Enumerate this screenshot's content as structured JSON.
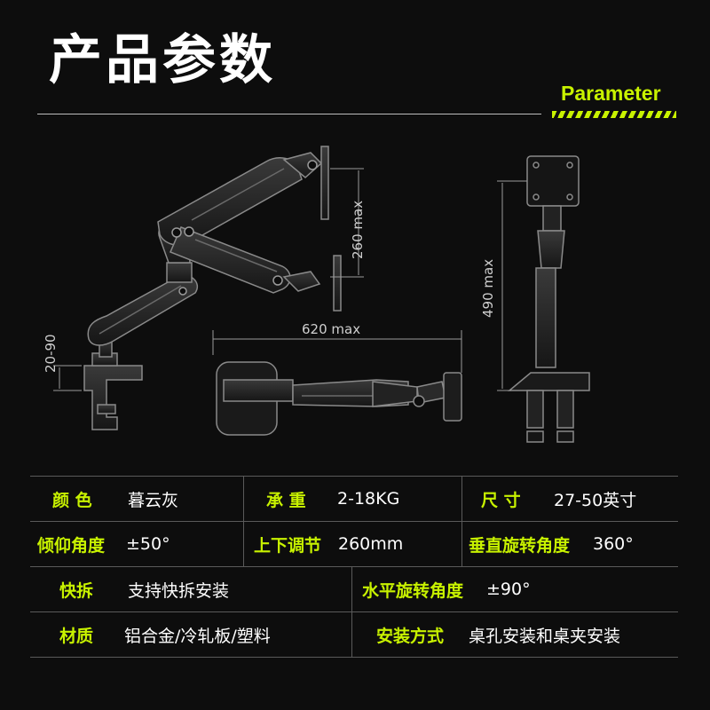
{
  "header": {
    "title": "产品参数",
    "subtitle": "Parameter"
  },
  "dimensions": {
    "height_range": "260 max",
    "reach": "620 max",
    "clamp_thickness": "20-90",
    "pole_height": "490 max"
  },
  "specs": {
    "row1": [
      {
        "label": "颜 色",
        "value": "暮云灰"
      },
      {
        "label": "承 重",
        "value": "2-18KG"
      },
      {
        "label": "尺 寸",
        "value": "27-50英寸"
      }
    ],
    "row2": [
      {
        "label": "倾仰角度",
        "value": "±50°"
      },
      {
        "label": "上下调节",
        "value": "260mm"
      },
      {
        "label": "垂直旋转角度",
        "value": "360°"
      }
    ],
    "row3": [
      {
        "label": "快拆",
        "value": "支持快拆安装"
      },
      {
        "label": "水平旋转角度",
        "value": "±90°"
      }
    ],
    "row4": [
      {
        "label": "材质",
        "value": "铝合金/冷轧板/塑料"
      },
      {
        "label": "安装方式",
        "value": "桌孔安装和桌夹安装"
      }
    ]
  },
  "colors": {
    "accent": "#c8f200",
    "background": "#0d0d0d",
    "text": "#ffffff"
  }
}
